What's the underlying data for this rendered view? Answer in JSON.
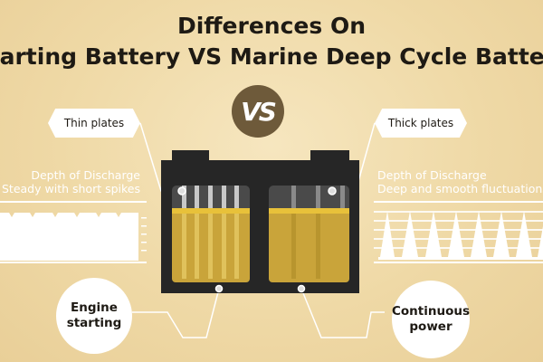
{
  "title": {
    "line1": "Differences On",
    "line2": "Starting Battery VS Marine Deep Cycle Battery"
  },
  "vs_badge": "VS",
  "left": {
    "plate_label": "Thin plates",
    "dod_title": "Depth of Discharge",
    "dod_desc": "Steady with short spikes",
    "use_label": "Engine starting"
  },
  "right": {
    "plate_label": "Thick plates",
    "dod_title": "Depth of Discharge",
    "dod_desc": "Deep and smooth fluctuations",
    "use_label": "Continuous power"
  },
  "colors": {
    "battery": "#262626",
    "electrolyte": "#c9a43a",
    "badge": "#6e5a3a"
  }
}
